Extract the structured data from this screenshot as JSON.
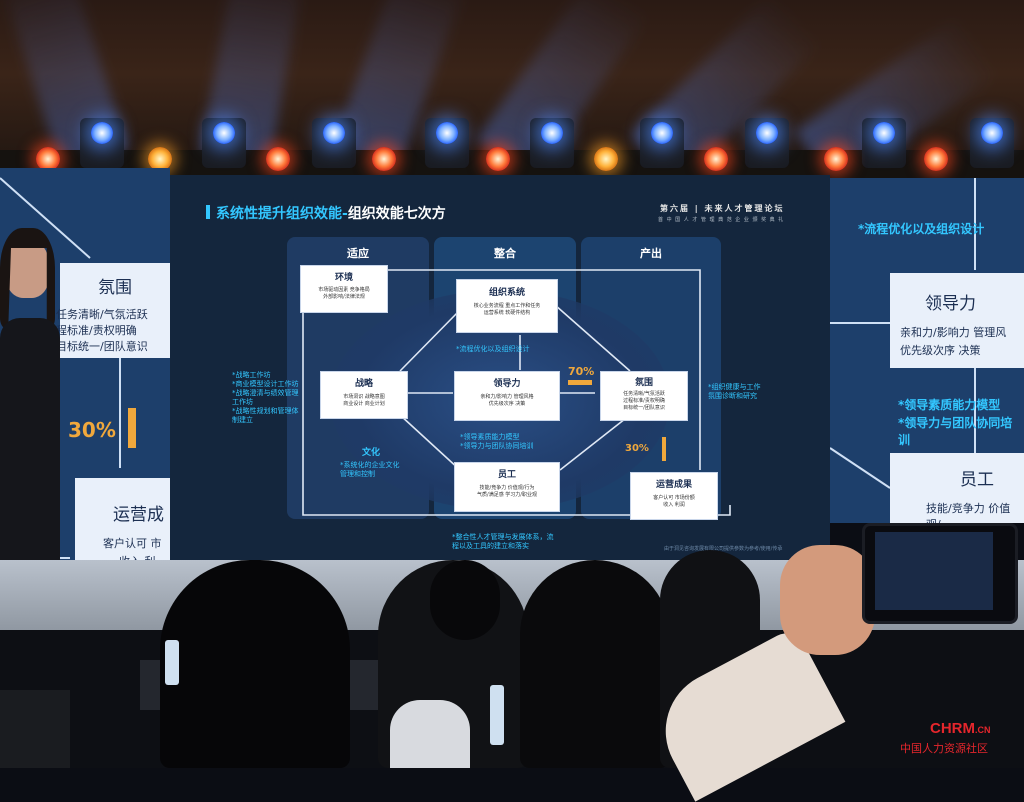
{
  "slide": {
    "title_prefix": "系统性提升组织效能-",
    "title_highlight": "组织效能七次方",
    "forum_title": "第六届 | 未来人才管理论坛",
    "forum_sub": "首 中 国 人 才 管 理 典 范 企 业 颁 奖 典 礼",
    "columns": [
      "适应",
      "整合",
      "产出"
    ],
    "boxes": {
      "env": {
        "title": "环境",
        "desc": "市场驱动因素  竞争格局\n外部影响/法律法规"
      },
      "org": {
        "title": "组织系统",
        "desc": "核心业务流程  重点工作和任务\n运营系统     软硬件结构"
      },
      "strategy": {
        "title": "战略",
        "desc": "市场洞识   战略意图\n商业设计   商业计划"
      },
      "leader": {
        "title": "领导力",
        "desc": "亲和力/影响力  管理风格\n优先级次序    决策"
      },
      "climate": {
        "title": "氛围",
        "desc": "任务清晰/气氛活跃\n过程标准/责权明确\n目标统一/团队意识"
      },
      "staff": {
        "title": "员工",
        "desc": "技能/竞争力  价值观/行为\n气质/满足感  学习力/职业观"
      },
      "result": {
        "title": "运营成果",
        "desc": "客户认可  市场份额\n收入     利润"
      }
    },
    "culture_label": "文化",
    "notes": {
      "n_left": "*战略工作坊\n*商业模型设计工作坊\n*战略澄清与绩效管理\n  工作坊\n*战略性规划和管理体\n  制建立",
      "n_process": "*流程优化以及组织设计",
      "n_leader": "*领导素质能力模型\n*领导力与团队协同培训",
      "n_culture": "*系统化的企业文化\n管理和控制",
      "n_right": "*组织健康与工作\n氛围诊断和研究",
      "n_bottom": "*整合性人才管理与发展体系，流\n程以及工具的建立和落实",
      "n_footer": "由于洞见咨询发展有限公司提供参数为参考/使用/传承"
    },
    "pct_70": "70%",
    "pct_30": "30%"
  },
  "left_screen": {
    "title": "氛围",
    "lines": [
      "任务清晰/气氛活跃",
      "程标准/责权明确",
      "目标统一/团队意识"
    ],
    "pct": "30%",
    "result_title": "运营成",
    "result_lines": [
      "客户认可  市",
      "收入     利"
    ]
  },
  "right_screen": {
    "top_note": "*流程优化以及组织设计",
    "leader_title": "领导力",
    "leader_lines": [
      "亲和力/影响力  管理风",
      "优先级次序     决策"
    ],
    "notes": [
      "*领导素质能力模型",
      "*领导力与团队协同培训"
    ],
    "staff_title": "员工",
    "staff_line": "技能/竞争力  价值观/"
  },
  "watermark": {
    "brand": "CHRM",
    "suffix": ".CN",
    "slogan": "中国人力资源社区"
  },
  "colors": {
    "accent_blue": "#33c7ff",
    "pct_orange": "#f0a83c",
    "screen_bg": "#14263d",
    "brand_red": "#e5262c"
  }
}
